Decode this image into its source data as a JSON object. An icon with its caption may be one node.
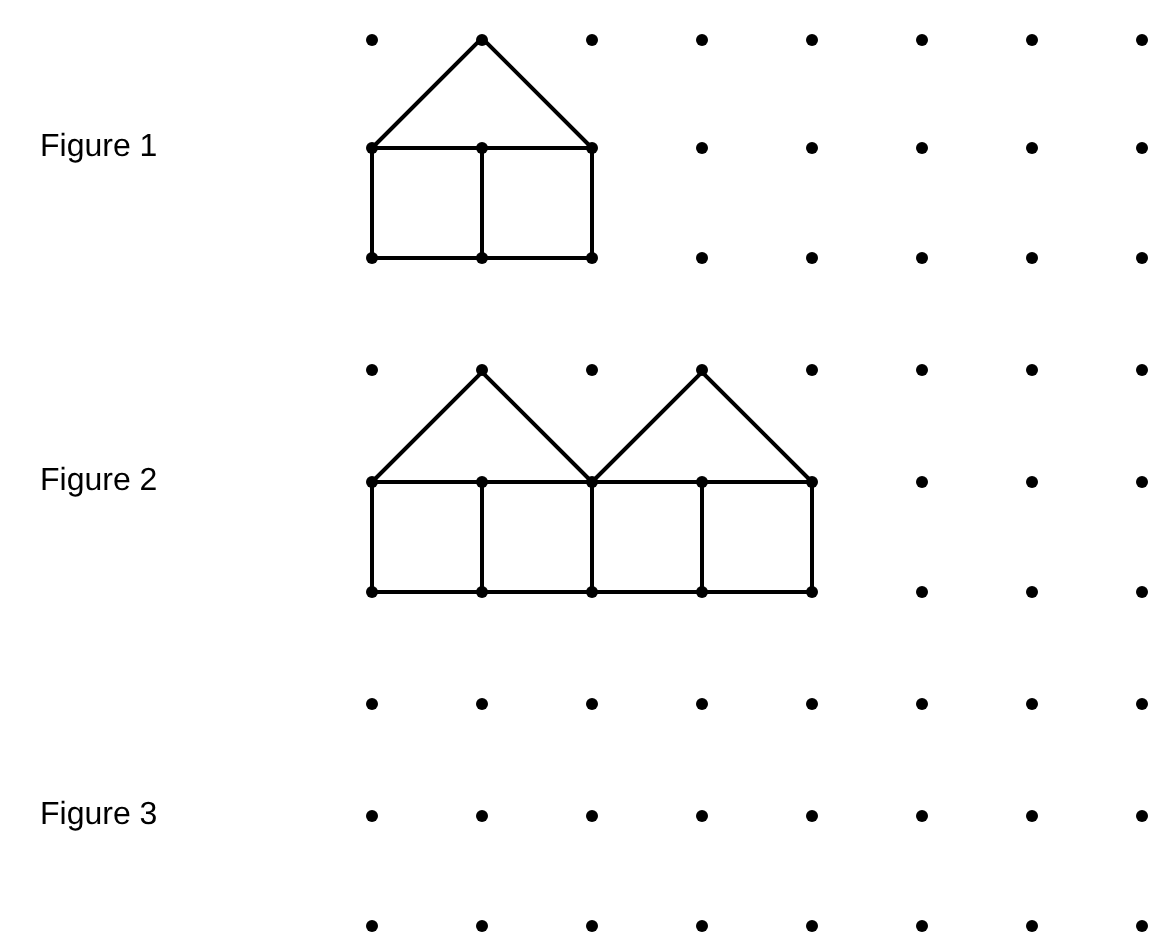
{
  "diagram": {
    "labels": [
      "Figure 1",
      "Figure 2",
      "Figure 3"
    ]
  }
}
